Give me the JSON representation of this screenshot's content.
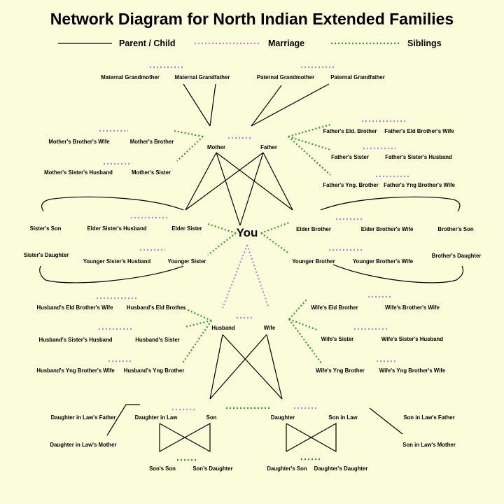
{
  "title": "Network Diagram for North Indian Extended Families",
  "legend": {
    "parent_child": "Parent / Child",
    "marriage": "Marriage",
    "siblings": "Siblings"
  },
  "colors": {
    "background": "#fbfcd9",
    "parent_child": "#000000",
    "marriage": "#c77ddc",
    "siblings": "#2e9a2e"
  },
  "center": "You",
  "labels": {
    "maternal_grandmother": "Maternal Grandmother",
    "maternal_grandfather": "Maternal Grandfather",
    "paternal_grandmother": "Paternal Grandmother",
    "paternal_grandfather": "Paternal Grandfather",
    "mother": "Mother",
    "father": "Father",
    "mothers_brothers_wife": "Mother's Brother's Wife",
    "mothers_brother": "Mother's Brother",
    "mothers_sisters_husband": "Mother's Sister's Husband",
    "mothers_sister": "Mother's Sister",
    "fathers_eld_brother": "Father's Eld. Brother",
    "fathers_eld_brothers_wife": "Father's Eld Brother's Wife",
    "fathers_sister": "Father's Sister",
    "fathers_sisters_husband": "Father's Sister's Husband",
    "fathers_yng_brother": "Father's Yng. Brother",
    "fathers_yng_brothers_wife": "Father's Yng Brother's Wife",
    "sisters_son": "Sister's Son",
    "elder_sisters_husband": "Elder Sister's Husband",
    "elder_sister": "Elder Sister",
    "sisters_daughter": "Sister's Daughter",
    "younger_sisters_husband": "Younger Sister's Husband",
    "younger_sister": "Younger Sister",
    "elder_brother": "Elder Brother",
    "elder_brothers_wife": "Elder Brother's Wife",
    "brothers_son": "Brother's Son",
    "younger_brother": "Younger Brother",
    "younger_brothers_wife": "Younger Brother's Wife",
    "brothers_daughter": "Brother's Daughter",
    "husband": "Husband",
    "wife": "Wife",
    "husbands_eld_brothers_wife": "Husband's Eld Brother's Wife",
    "husbands_eld_brother": "Husband's Eld Brother",
    "husbands_sisters_husband": "Husband's Sister's Husband",
    "husbands_sister": "Husband's Sister",
    "husbands_yng_brothers_wife": "Husband's Yng Brother's Wife",
    "husbands_yng_brother": "Husband's Yng Brother",
    "wifes_eld_brother": "Wife's Eld Brother",
    "wifes_brothers_wife": "Wife's Brother's Wife",
    "wifes_sister": "Wife's Sister",
    "wifes_sisters_husband": "Wife's Sister's Husband",
    "wifes_yng_brother": "Wife's Yng Brother",
    "wifes_yng_brothers_wife": "Wife's Yng Brother's Wife",
    "daughter_in_laws_father": "Daughter in Law's Father",
    "daughter_in_laws_mother": "Daughter in Law's Mother",
    "daughter_in_law": "Daughter in Law",
    "son": "Son",
    "daughter": "Daughter",
    "son_in_law": "Son in Law",
    "son_in_laws_father": "Son in Law's Father",
    "son_in_laws_mother": "Son in Law's Mother",
    "sons_son": "Son's Son",
    "sons_daughter": "Son's Daughter",
    "daughters_son": "Daughter's Son",
    "daughters_daughter": "Daughter's Daughter"
  }
}
